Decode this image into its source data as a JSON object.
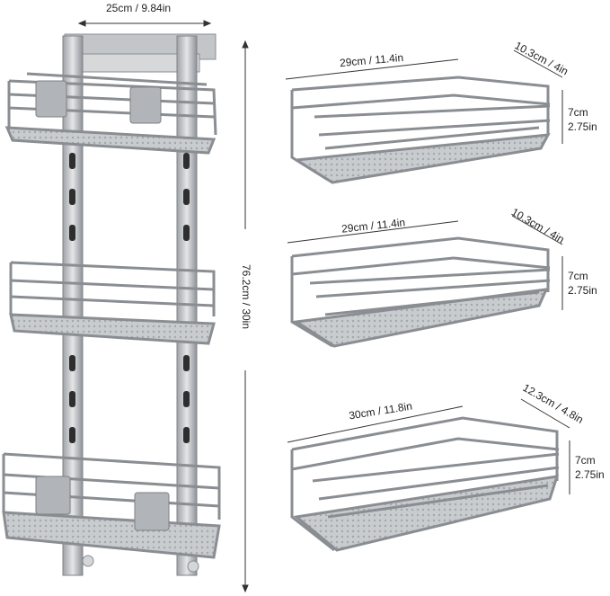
{
  "rack": {
    "width_label": "25cm / 9.84in",
    "height_label": "76.2cm / 30in"
  },
  "baskets": [
    {
      "length_label": "29cm / 11.4in",
      "depth_label": "10.3cm / 4in",
      "height_cm": "7cm",
      "height_in": "2.75in"
    },
    {
      "length_label": "29cm / 11.4in",
      "depth_label": "10.3cm / 4in",
      "height_cm": "7cm",
      "height_in": "2.75in"
    },
    {
      "length_label": "30cm / 11.8in",
      "depth_label": "12.3cm / 4.8in",
      "height_cm": "7cm",
      "height_in": "2.75in"
    }
  ],
  "colors": {
    "metal": "#b9bcbf",
    "metal_dark": "#7d8185",
    "line": "#333333"
  }
}
